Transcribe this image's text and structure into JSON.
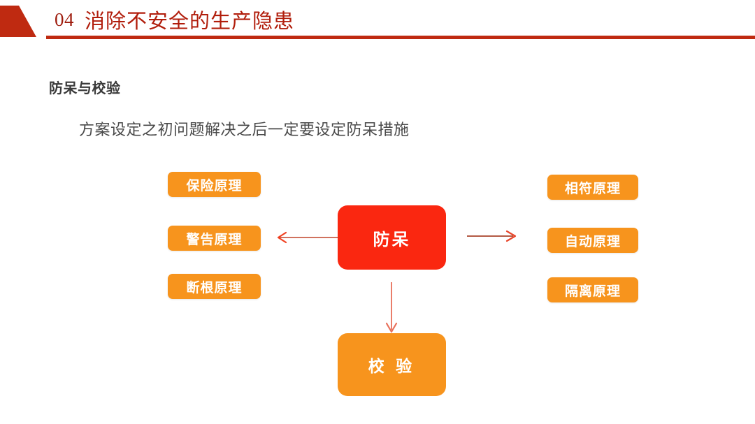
{
  "slide": {
    "background_color": "#FFFFFF",
    "header": {
      "number": "04",
      "title": "消除不安全的生产隐患",
      "accent_color": "#BF2A11",
      "title_color": "#B11D0B",
      "shape_name": "trapezoid"
    },
    "subtitle": "防呆与校验",
    "paragraph": "方案设定之初问题解决之后一定要设定防呆措施"
  },
  "diagram": {
    "type": "node-and-arrow",
    "colors": {
      "pill_orange": "#F7941D",
      "center_red": "#FA2710",
      "bottom_orange": "#F7941D",
      "arrow": "#C0432A",
      "text_white": "#FFFFFF"
    },
    "center_node": {
      "label": "防呆"
    },
    "bottom_node": {
      "label": "校 验"
    },
    "left_items": [
      {
        "label": "保险原理"
      },
      {
        "label": "警告原理"
      },
      {
        "label": "断根原理"
      }
    ],
    "right_items": [
      {
        "label": "相符原理"
      },
      {
        "label": "自动原理"
      },
      {
        "label": "隔离原理"
      }
    ],
    "arrows": [
      {
        "name": "arrow-left",
        "direction": "left"
      },
      {
        "name": "arrow-right",
        "direction": "right"
      },
      {
        "name": "arrow-down",
        "direction": "down"
      }
    ]
  }
}
